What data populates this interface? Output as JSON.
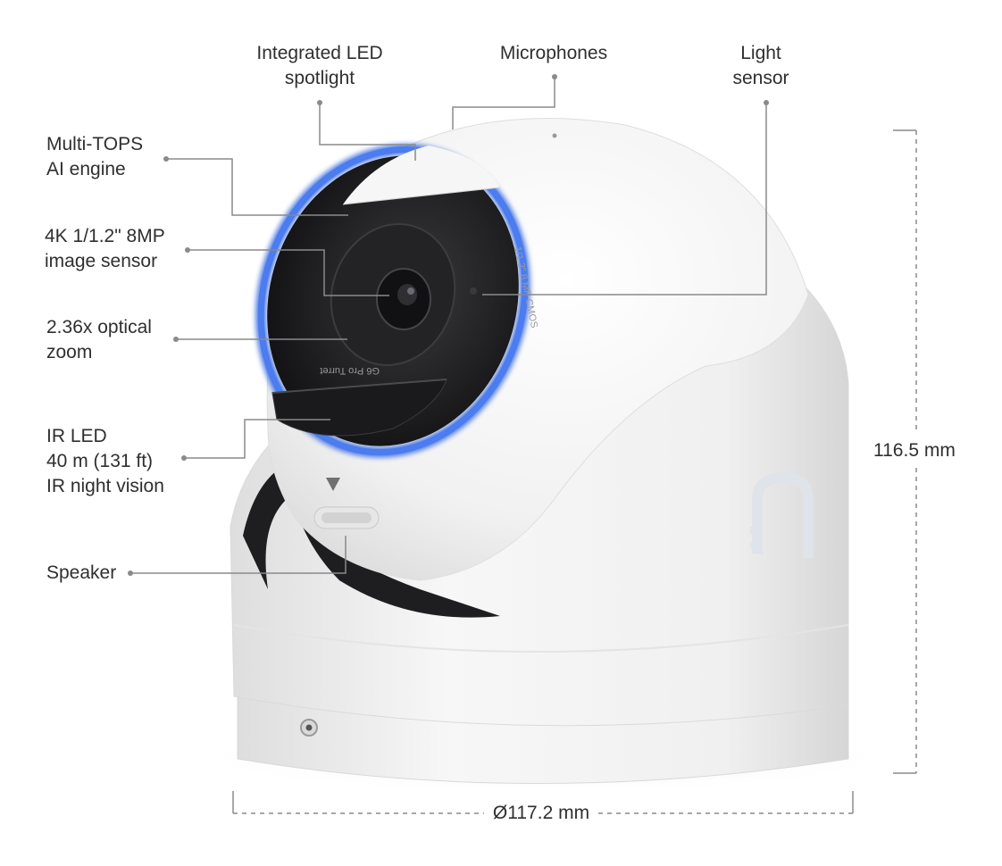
{
  "callouts": {
    "integrated_led": "Integrated LED\nspotlight",
    "microphones": "Microphones",
    "light_sensor": "Light\nsensor",
    "ai_engine": "Multi-TOPS\nAI engine",
    "image_sensor": "4K 1/1.2\" 8MP\nimage sensor",
    "optical_zoom": "2.36x optical\nzoom",
    "ir_led": "IR LED\n40 m (131 ft)\nIR night vision",
    "speaker": "Speaker"
  },
  "dimensions": {
    "height": "116.5 mm",
    "diameter": "Ø117.2 mm"
  },
  "lens_text": {
    "bottom": "G6 Pro Turret",
    "right": "1/1.2\" 8 MP CMOS"
  },
  "colors": {
    "ring": "#3f6fe0",
    "body": "#f2f2f2",
    "lens": "#1b1b1d",
    "leader": "#8a8a8a"
  }
}
